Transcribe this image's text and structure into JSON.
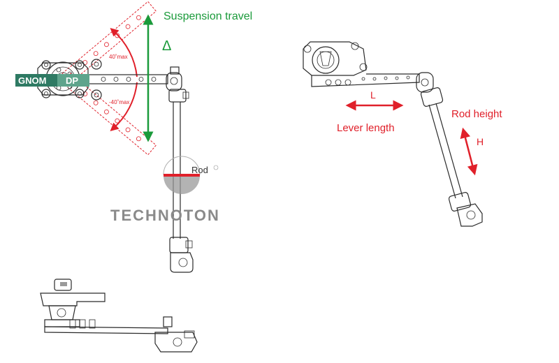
{
  "labels": {
    "suspension_travel": "Suspension travel",
    "delta": "Δ",
    "angle_up": "40˚max",
    "angle_down": "-40˚max",
    "gnom": "GNOM",
    "dp": "DP",
    "rod": "Rod",
    "brand": "TECHNOTON",
    "l": "L",
    "lever_length": "Lever length",
    "rod_height": "Rod height",
    "h": "H"
  },
  "colors": {
    "green": "#1a9a3a",
    "red": "#e0202a",
    "badge": "#2e7a63",
    "line": "#2a2a2a",
    "brand_gray": "#8a8a8a"
  }
}
